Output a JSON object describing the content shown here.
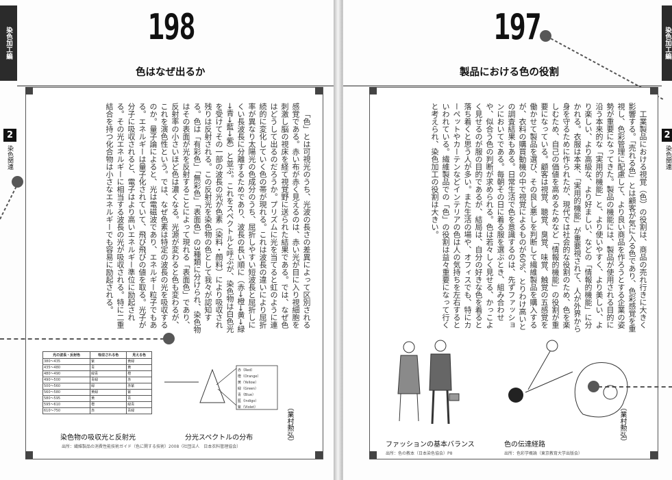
{
  "left_page": {
    "page_number": "198",
    "title": "色はなぜ出るか",
    "side_tab": "染色加工編",
    "chapter_number": "2",
    "chapter_label": "染色関連",
    "body": "「色」とは可視光のうち、光波の長さの差異によって区別される感覚である。赤い布が赤く見えるのは、赤い光が目に入り視細胞を刺激し脳の視床を経て視覚野に送られた結果である。では、なぜ色はどうして出るのだろうか。プリズムに光を当てると虹のように連続的に変化していく色の帯が現れる。これは波長の違いにより屈折率が異なり太陽光の色成分のうち、屈折しやすい短波長と屈折しにくい長波長に分離するためであり、波長の長い順に（赤→橙→黄→緑→青→藍→紫）と並ぶ。これをスペクトルと呼ぶが、染色物は白色光を受けてその一部の波長の光が色素（染料・顔料）により吸収され残りは反射される。この反射光を染色物の色として我々が認知する。色は「有彩色」「無彩色」「表面色」の3種類に分けられ、染色物はその表面が光を反射することによって現れる「表面色」であり、反射率の小さいほど色は濃くなる。光源が変わると色も変わるが、これを演色性という。では、なぜ色素は特定の波長の光を吸収するのか。量子論によると、光は電磁波であり、エネルギー粒子でもある。エネルギーは量子化されていて、飛び飛びの値を取る。光子が分子に吸収されると、電子はより高いエネルギー準位に励起される。その光エネルギーに相当する波長の光が吸収される。特に二重結合を持つ化合物は小さなエネルギーでも容易に励起される。",
    "author": "（業村勲弘）",
    "table": {
      "headers": [
        "光の波長・反射色",
        "吸収される色",
        "見える色"
      ],
      "rows": [
        [
          "380〜435",
          "紫",
          "黄緑"
        ],
        [
          "435〜480",
          "青",
          "黄"
        ],
        [
          "480〜490",
          "緑青",
          "橙"
        ],
        [
          "490〜500",
          "青緑",
          "赤"
        ],
        [
          "500〜560",
          "緑",
          "赤紫"
        ],
        [
          "560〜580",
          "黄緑",
          "紫"
        ],
        [
          "580〜595",
          "黄",
          "青"
        ],
        [
          "595〜610",
          "橙",
          "緑青"
        ],
        [
          "610〜750",
          "赤",
          "青緑"
        ]
      ]
    },
    "spectrum_labels": [
      "赤（Red）",
      "橙（Orange）",
      "黄（Yellow）",
      "緑（Green）",
      "青（Blue）",
      "藍（Indigo）",
      "紫（Violet）"
    ],
    "captions": [
      "染色物の吸収光と反射光",
      "分光スペクトルの分布"
    ],
    "source": "出所：繊維製品の消費性能技術ガイド（色に関する技術）2008（社団法人　日本衣料管理協会）"
  },
  "right_page": {
    "page_number": "197",
    "title": "製品における色の役割",
    "side_tab": "染色加工編",
    "chapter_number": "2",
    "chapter_label": "染色関連",
    "body": "工業製品における視覚（色）の役割は、商品の売れ行きに大きく影響する。「売れる色」とは顧客が気に入る色であり、色彩感覚を重視し、色彩管理に配慮して、より良い商品を作ろうとする企業の姿勢が重要になってきた。製品の機能には、製品が使用される目的に沿う本来的な「実用的機能」と、より使いやすく、より美しい、より楽しい、より高級な、より好ましい、などの「情報的機能」に分かれる。衣服は本来、「実用的機能」が重要視されて、人が外界から身を守るために作られたが、現代では社会的な役割のため、色を楽しむため、自己の価値を高めるためなど「情報的機能」の役割が重要になっている。顧客は視覚、聴覚、臭覚、味覚、触覚の五感覚を働かせて製品を選び、その良し悪しを判断して繊維製品を購入するが、衣料の購買動機の中で視覚によるものが60%、とりわけ高いとの調査結果もある。日常生活で色を意識するのは、先ずファッションにおいてである。毎朝その日に着る服を選ぶとき、組み合わせや、似合う色の判断が求められる。色は若々しく見せる、かっこよく見せるのが服の目的であるが、結局は、自分の好きな色を着ると落ち着くと思う人が多い。また生活の場や、オフィスでも、特にカーペットやカーテンなどインテリアの色は人の気持ちを左右するといわれている。繊維製品での「色」の役割は益々重要になって行くと考えられ、染色加工の役割は大きい。",
    "author": "（業村勲弘）",
    "figure_labels": [
      "ファッションの基本バランス",
      "色の伝達経路"
    ],
    "captions": [
      "ファッションの基本バランス",
      "色の伝達経路"
    ],
    "sources": [
      "出所：色の教本（日本染色協会）P8",
      "出所：色彩学概論（東京教育大学出版会）"
    ]
  }
}
